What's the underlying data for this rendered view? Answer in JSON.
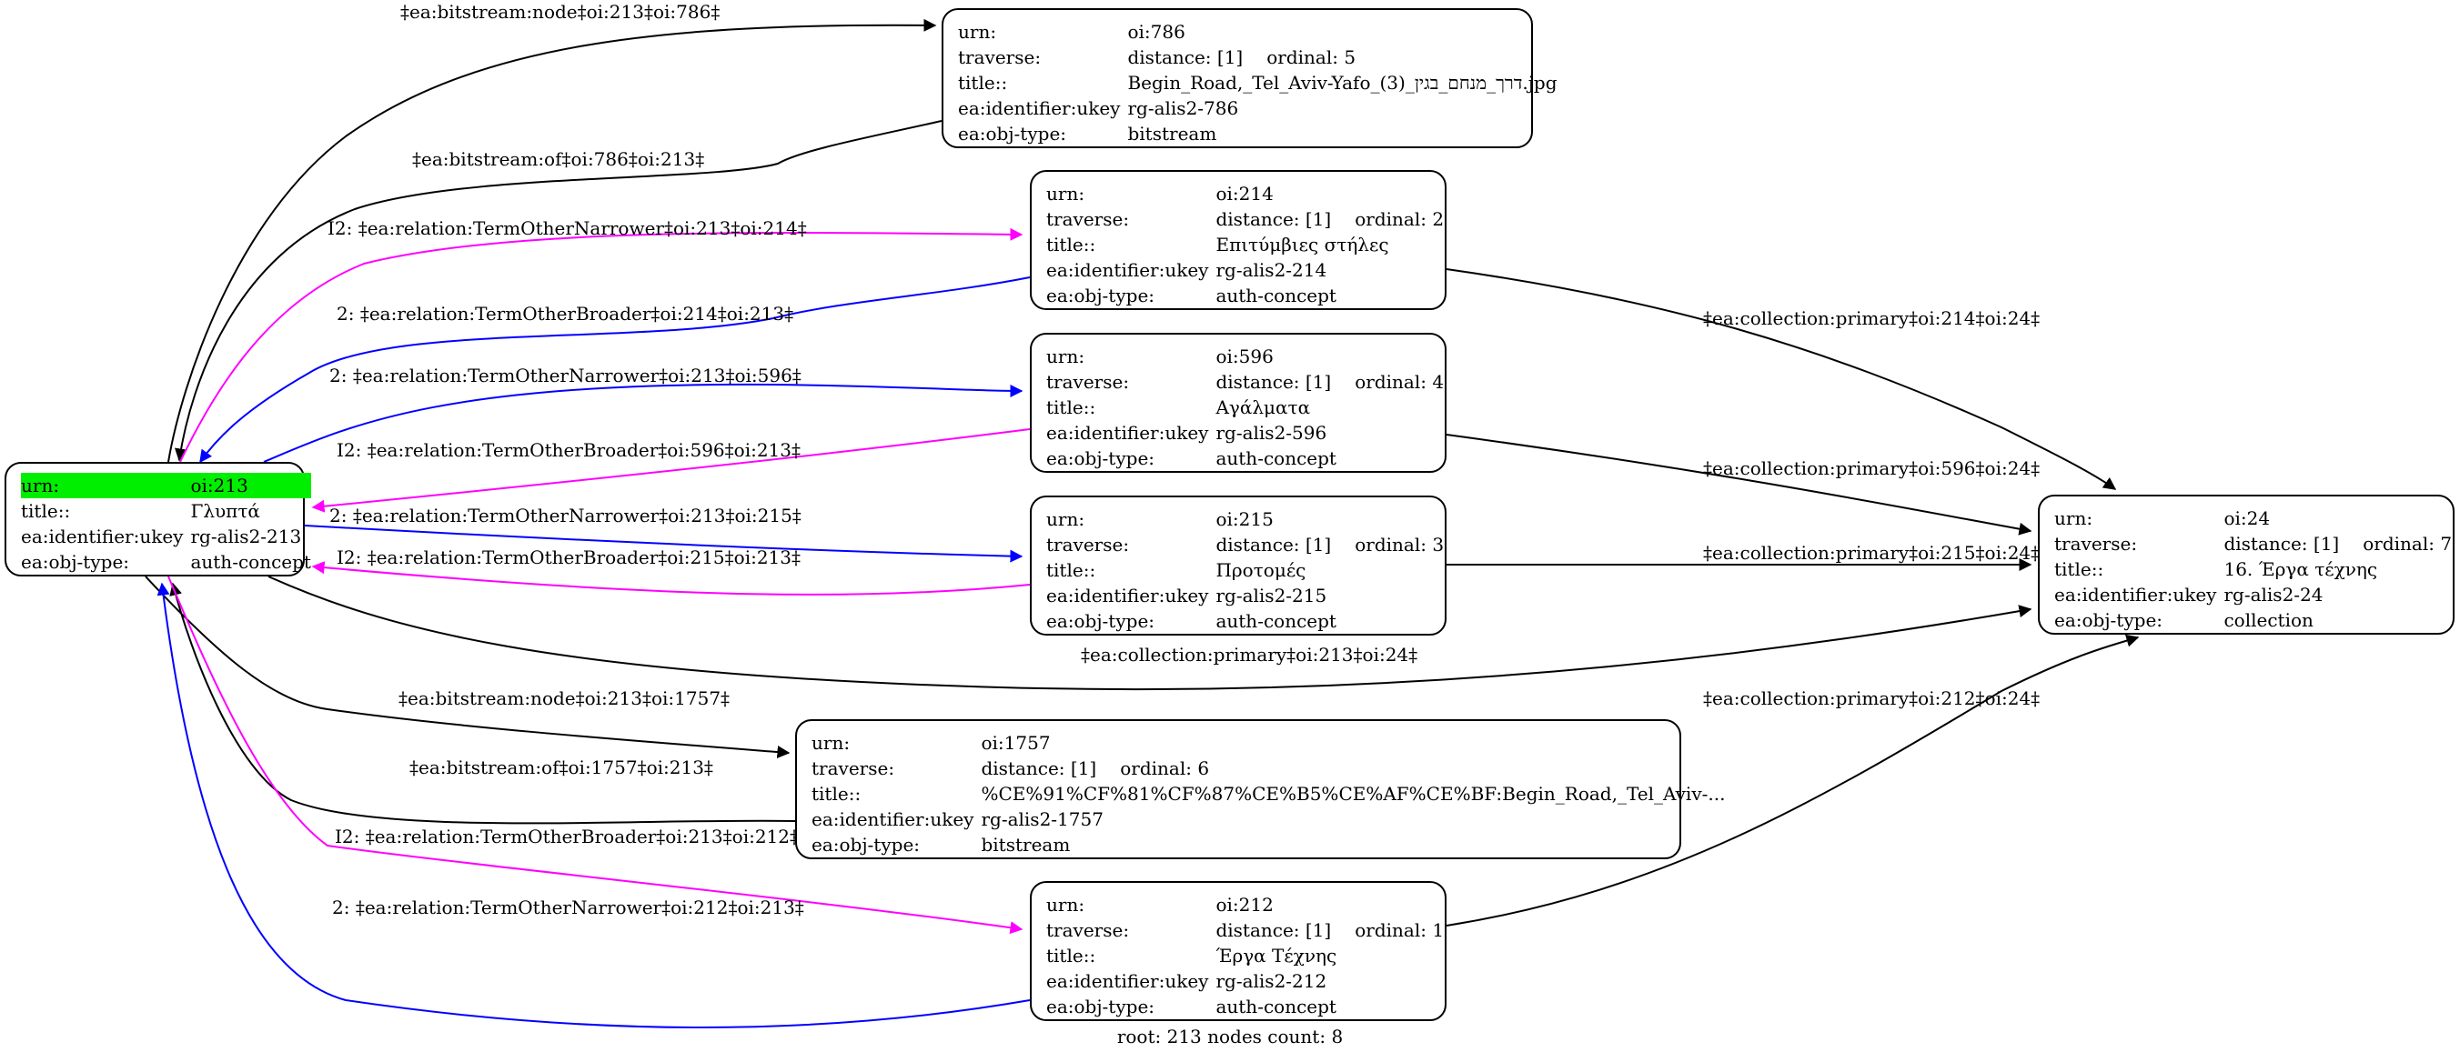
{
  "nodes": {
    "n213": {
      "root": true,
      "rows": [
        {
          "k": "urn:",
          "v": "oi:213"
        },
        {
          "k": "title::",
          "v": "Γλυπτά"
        },
        {
          "k": "ea:identifier:ukey",
          "v": "rg-alis2-213"
        },
        {
          "k": "ea:obj-type:",
          "v": "auth-concept"
        }
      ]
    },
    "n786": {
      "rows": [
        {
          "k": "urn:",
          "v": "oi:786"
        },
        {
          "k": "traverse:",
          "v": "distance: [1]",
          "ord": "ordinal: 5"
        },
        {
          "k": "title::",
          "v": "Begin_Road,_Tel_Aviv-Yafo_(3)_דרך_מנחם_בגין.jpg"
        },
        {
          "k": "ea:identifier:ukey",
          "v": "rg-alis2-786"
        },
        {
          "k": "ea:obj-type:",
          "v": "bitstream"
        }
      ]
    },
    "n214": {
      "rows": [
        {
          "k": "urn:",
          "v": "oi:214"
        },
        {
          "k": "traverse:",
          "v": "distance: [1]",
          "ord": "ordinal: 2"
        },
        {
          "k": "title::",
          "v": "Επιτύμβιες στήλες"
        },
        {
          "k": "ea:identifier:ukey",
          "v": "rg-alis2-214"
        },
        {
          "k": "ea:obj-type:",
          "v": "auth-concept"
        }
      ]
    },
    "n596": {
      "rows": [
        {
          "k": "urn:",
          "v": "oi:596"
        },
        {
          "k": "traverse:",
          "v": "distance: [1]",
          "ord": "ordinal: 4"
        },
        {
          "k": "title::",
          "v": "Αγάλματα"
        },
        {
          "k": "ea:identifier:ukey",
          "v": "rg-alis2-596"
        },
        {
          "k": "ea:obj-type:",
          "v": "auth-concept"
        }
      ]
    },
    "n215": {
      "rows": [
        {
          "k": "urn:",
          "v": "oi:215"
        },
        {
          "k": "traverse:",
          "v": "distance: [1]",
          "ord": "ordinal: 3"
        },
        {
          "k": "title::",
          "v": "Προτομές"
        },
        {
          "k": "ea:identifier:ukey",
          "v": "rg-alis2-215"
        },
        {
          "k": "ea:obj-type:",
          "v": "auth-concept"
        }
      ]
    },
    "n1757": {
      "rows": [
        {
          "k": "urn:",
          "v": "oi:1757"
        },
        {
          "k": "traverse:",
          "v": "distance: [1]",
          "ord": "ordinal: 6"
        },
        {
          "k": "title::",
          "v": "%CE%91%CF%81%CF%87%CE%B5%CE%AF%CE%BF:Begin_Road,_Tel_Aviv-..."
        },
        {
          "k": "ea:identifier:ukey",
          "v": "rg-alis2-1757"
        },
        {
          "k": "ea:obj-type:",
          "v": "bitstream"
        }
      ]
    },
    "n212": {
      "rows": [
        {
          "k": "urn:",
          "v": "oi:212"
        },
        {
          "k": "traverse:",
          "v": "distance: [1]",
          "ord": "ordinal: 1"
        },
        {
          "k": "title::",
          "v": "Έργα Τέχνης"
        },
        {
          "k": "ea:identifier:ukey",
          "v": "rg-alis2-212"
        },
        {
          "k": "ea:obj-type:",
          "v": "auth-concept"
        }
      ]
    },
    "n24": {
      "rows": [
        {
          "k": "urn:",
          "v": "oi:24"
        },
        {
          "k": "traverse:",
          "v": "distance: [1]",
          "ord": "ordinal: 7"
        },
        {
          "k": "title::",
          "v": "16. Έργα τέχνης"
        },
        {
          "k": "ea:identifier:ukey",
          "v": "rg-alis2-24"
        },
        {
          "k": "ea:obj-type:",
          "v": "collection"
        }
      ]
    }
  },
  "edges": [
    {
      "label": "‡ea:bitstream:node‡oi:213‡oi:786‡",
      "color": "#000000"
    },
    {
      "label": "‡ea:bitstream:of‡oi:786‡oi:213‡",
      "color": "#000000"
    },
    {
      "label": "I2: ‡ea:relation:TermOtherNarrower‡oi:213‡oi:214‡",
      "color": "#ff00ff"
    },
    {
      "label": "2: ‡ea:relation:TermOtherBroader‡oi:214‡oi:213‡",
      "color": "#0000ff"
    },
    {
      "label": "2: ‡ea:relation:TermOtherNarrower‡oi:213‡oi:596‡",
      "color": "#0000ff"
    },
    {
      "label": "I2: ‡ea:relation:TermOtherBroader‡oi:596‡oi:213‡",
      "color": "#ff00ff"
    },
    {
      "label": "2: ‡ea:relation:TermOtherNarrower‡oi:213‡oi:215‡",
      "color": "#0000ff"
    },
    {
      "label": "I2: ‡ea:relation:TermOtherBroader‡oi:215‡oi:213‡",
      "color": "#ff00ff"
    },
    {
      "label": "‡ea:collection:primary‡oi:213‡oi:24‡",
      "color": "#000000"
    },
    {
      "label": "‡ea:bitstream:node‡oi:213‡oi:1757‡",
      "color": "#000000"
    },
    {
      "label": "‡ea:bitstream:of‡oi:1757‡oi:213‡",
      "color": "#000000"
    },
    {
      "label": "I2: ‡ea:relation:TermOtherBroader‡oi:213‡oi:212‡",
      "color": "#ff00ff"
    },
    {
      "label": "2: ‡ea:relation:TermOtherNarrower‡oi:212‡oi:213‡",
      "color": "#0000ff"
    },
    {
      "label": "‡ea:collection:primary‡oi:214‡oi:24‡",
      "color": "#000000"
    },
    {
      "label": "‡ea:collection:primary‡oi:596‡oi:24‡",
      "color": "#000000"
    },
    {
      "label": "‡ea:collection:primary‡oi:215‡oi:24‡",
      "color": "#000000"
    },
    {
      "label": "‡ea:collection:primary‡oi:212‡oi:24‡",
      "color": "#000000"
    }
  ],
  "footer": "root: 213 nodes count: 8"
}
